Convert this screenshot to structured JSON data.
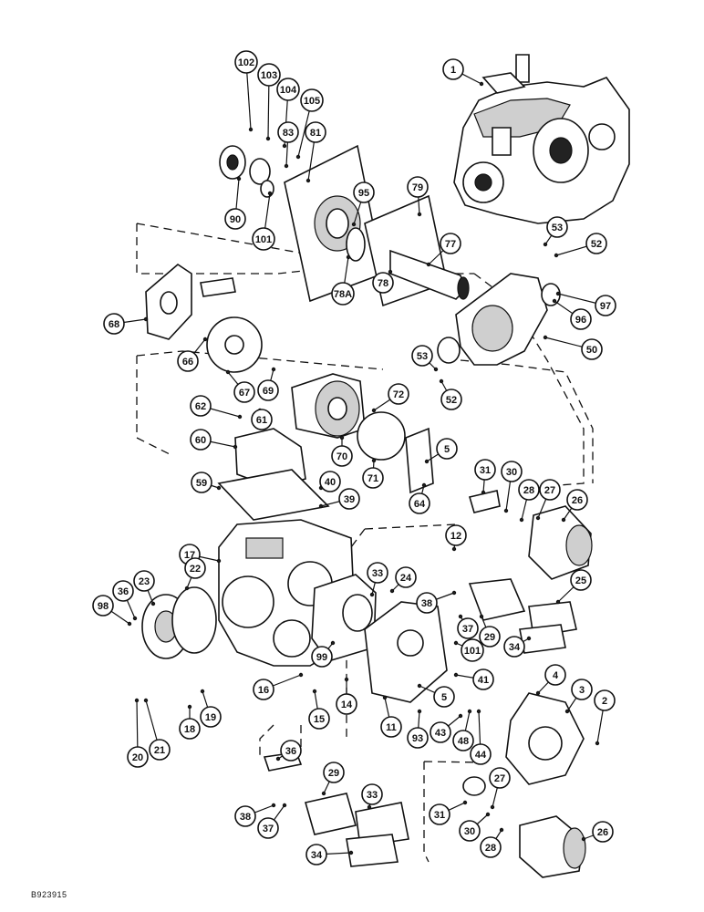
{
  "drawing_id": "B923915",
  "callouts": [
    {
      "label": "1"
    },
    {
      "label": "102"
    },
    {
      "label": "103"
    },
    {
      "label": "104"
    },
    {
      "label": "105"
    },
    {
      "label": "83"
    },
    {
      "label": "81"
    },
    {
      "label": "90"
    },
    {
      "label": "101"
    },
    {
      "label": "95"
    },
    {
      "label": "79"
    },
    {
      "label": "77"
    },
    {
      "label": "53"
    },
    {
      "label": "52"
    },
    {
      "label": "78A"
    },
    {
      "label": "78"
    },
    {
      "label": "97"
    },
    {
      "label": "96"
    },
    {
      "label": "50"
    },
    {
      "label": "68"
    },
    {
      "label": "66"
    },
    {
      "label": "67"
    },
    {
      "label": "69"
    },
    {
      "label": "53"
    },
    {
      "label": "52"
    },
    {
      "label": "62"
    },
    {
      "label": "61"
    },
    {
      "label": "72"
    },
    {
      "label": "60"
    },
    {
      "label": "70"
    },
    {
      "label": "71"
    },
    {
      "label": "5"
    },
    {
      "label": "59"
    },
    {
      "label": "40"
    },
    {
      "label": "39"
    },
    {
      "label": "64"
    },
    {
      "label": "31"
    },
    {
      "label": "30"
    },
    {
      "label": "28"
    },
    {
      "label": "27"
    },
    {
      "label": "26"
    },
    {
      "label": "17"
    },
    {
      "label": "22"
    },
    {
      "label": "23"
    },
    {
      "label": "36"
    },
    {
      "label": "98"
    },
    {
      "label": "12"
    },
    {
      "label": "33"
    },
    {
      "label": "24"
    },
    {
      "label": "25"
    },
    {
      "label": "38"
    },
    {
      "label": "37"
    },
    {
      "label": "29"
    },
    {
      "label": "34"
    },
    {
      "label": "99"
    },
    {
      "label": "101"
    },
    {
      "label": "41"
    },
    {
      "label": "4"
    },
    {
      "label": "3"
    },
    {
      "label": "2"
    },
    {
      "label": "16"
    },
    {
      "label": "15"
    },
    {
      "label": "14"
    },
    {
      "label": "5"
    },
    {
      "label": "19"
    },
    {
      "label": "18"
    },
    {
      "label": "21"
    },
    {
      "label": "20"
    },
    {
      "label": "11"
    },
    {
      "label": "93"
    },
    {
      "label": "43"
    },
    {
      "label": "48"
    },
    {
      "label": "44"
    },
    {
      "label": "36"
    },
    {
      "label": "29"
    },
    {
      "label": "33"
    },
    {
      "label": "38"
    },
    {
      "label": "37"
    },
    {
      "label": "34"
    },
    {
      "label": "31"
    },
    {
      "label": "27"
    },
    {
      "label": "30"
    },
    {
      "label": "28"
    },
    {
      "label": "26"
    }
  ]
}
